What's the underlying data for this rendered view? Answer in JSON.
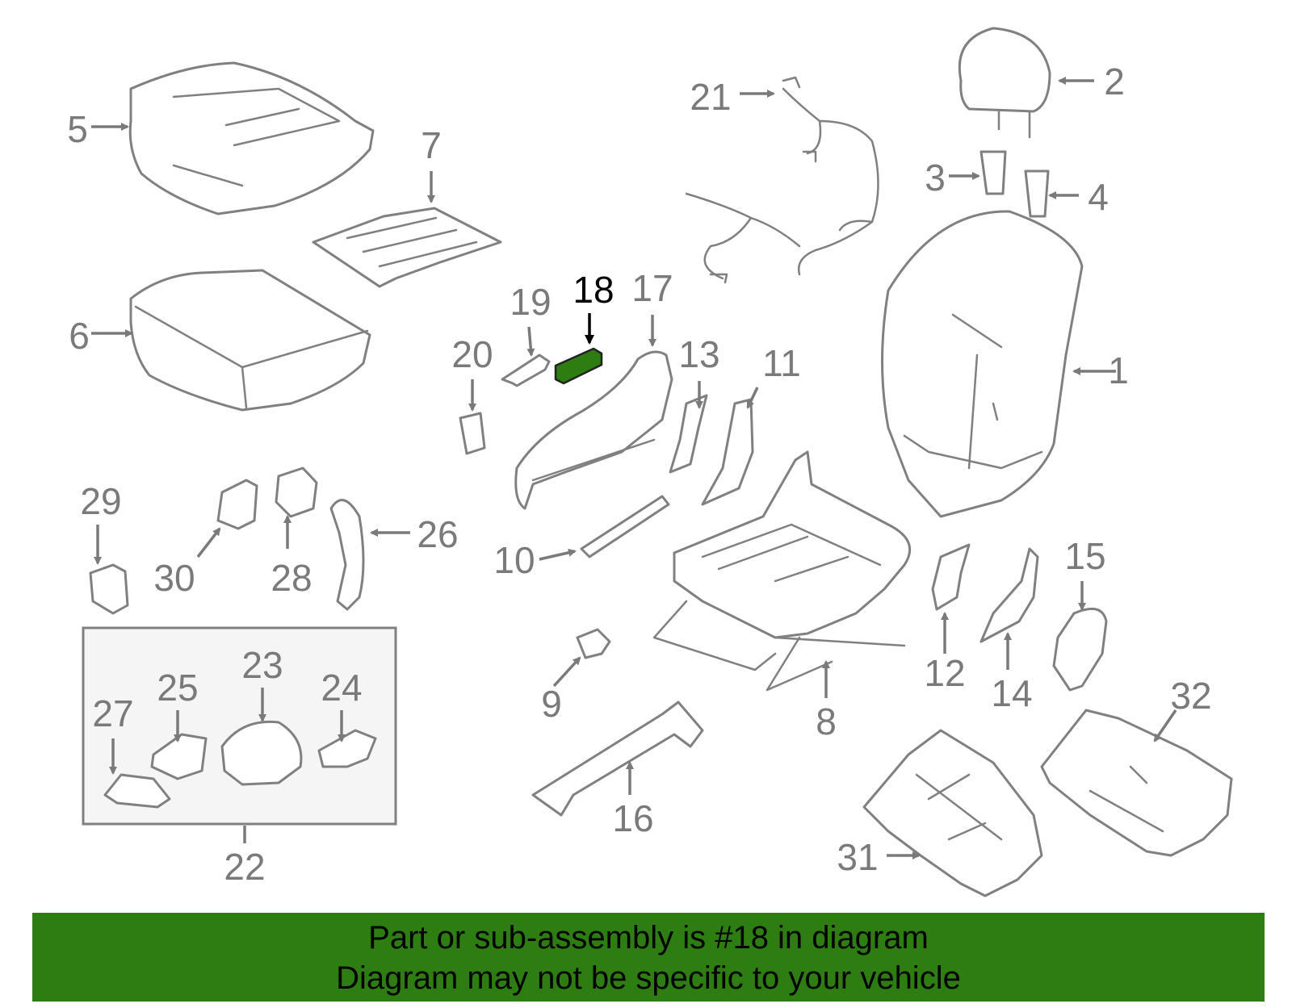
{
  "highlight_color": "#2e7d12",
  "callout_color": "#7a7a7a",
  "highlighted_part": "18",
  "callouts": [
    "1",
    "2",
    "3",
    "4",
    "5",
    "6",
    "7",
    "8",
    "9",
    "10",
    "11",
    "12",
    "13",
    "14",
    "15",
    "16",
    "17",
    "18",
    "19",
    "20",
    "21",
    "22",
    "23",
    "24",
    "25",
    "26",
    "27",
    "28",
    "29",
    "30",
    "31",
    "32"
  ],
  "footer": {
    "line1": "Part or sub-assembly is #18 in diagram",
    "line2": "Diagram may not be specific to your vehicle"
  }
}
